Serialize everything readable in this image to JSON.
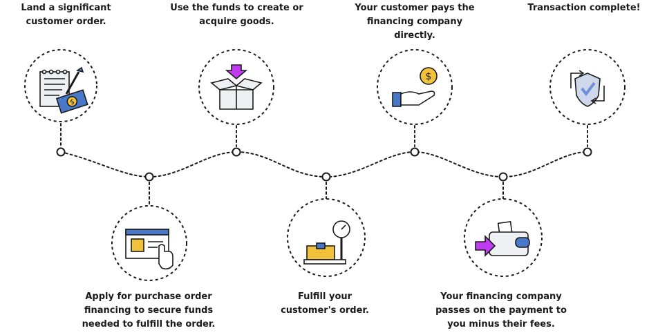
{
  "steps": [
    {
      "lines": [
        "Land a significant",
        "customer order."
      ],
      "icon": "contract-cash-icon"
    },
    {
      "lines": [
        "Apply for purchase order",
        "financing to secure funds",
        "needed to fulfill the order."
      ],
      "icon": "online-application-icon"
    },
    {
      "lines": [
        "Use the funds to create or",
        "acquire goods."
      ],
      "icon": "box-icon"
    },
    {
      "lines": [
        "Fulfill your",
        "customer's order."
      ],
      "icon": "package-scale-icon"
    },
    {
      "lines": [
        "Your customer pays the",
        "financing company",
        "directly."
      ],
      "icon": "hand-coin-icon"
    },
    {
      "lines": [
        "Your financing company",
        "passes on the payment to",
        "you minus their fees."
      ],
      "icon": "wallet-icon"
    },
    {
      "lines": [
        "Transaction complete!"
      ],
      "icon": "shield-check-icon"
    }
  ],
  "colors": {
    "ink": "#1a1a1a",
    "accent": "#c03cf2",
    "paper": "#eef0f4",
    "blue": "#4a78c8",
    "gold": "#f3c23b",
    "check": "#6f8fd8",
    "shield": "#cfd8ea"
  }
}
